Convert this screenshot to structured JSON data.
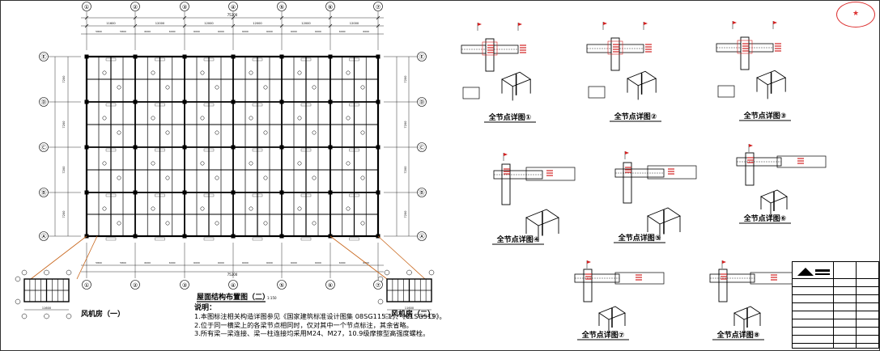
{
  "plan": {
    "title": "屋面结构布置图（二）",
    "scale": "1:150",
    "total_width": "75200",
    "total_height": "",
    "axis_numbers": [
      "①",
      "②",
      "③",
      "④",
      "⑤",
      "⑥",
      "⑦"
    ],
    "axis_letters": [
      "Ⓔ",
      "Ⓓ",
      "Ⓒ",
      "Ⓑ",
      "Ⓐ"
    ],
    "bay_dims_top": [
      "11600",
      "12000",
      "12000",
      "12000",
      "12000",
      "12000"
    ],
    "sub_dims": [
      "5800",
      "5800",
      "6000",
      "6000",
      "6000",
      "6000",
      "6000",
      "6000",
      "6000",
      "6000",
      "6000",
      "6000"
    ],
    "row_dims": [
      "7200",
      "7200",
      "7200",
      "7200"
    ]
  },
  "fan_rooms": [
    {
      "label": "风机房（一）",
      "width": "11600"
    },
    {
      "label": "风机房（二）",
      "width": "11600"
    }
  ],
  "notes": {
    "heading": "说明：",
    "items": [
      "1.本图标注相关构造详图参见《国家建筑标准设计图集 08SG115-1》、《01SG519》。",
      "2.位于同一横梁上的各梁节点相同时，仅对其中一个节点标注，其余省略。",
      "3.所有梁—梁连接、梁—柱连接均采用M24、M27，10.9级摩擦型高强度螺栓。"
    ]
  },
  "details": [
    {
      "title": "全节点详图①"
    },
    {
      "title": "全节点详图②"
    },
    {
      "title": "全节点详图③"
    },
    {
      "title": "全节点详图④"
    },
    {
      "title": "全节点详图⑤"
    },
    {
      "title": "全节点详图⑥"
    },
    {
      "title": "全节点详图⑦"
    },
    {
      "title": "全节点详图⑧"
    }
  ],
  "colors": {
    "line": "#000000",
    "accent": "#d22222",
    "orange": "#c8651a"
  }
}
